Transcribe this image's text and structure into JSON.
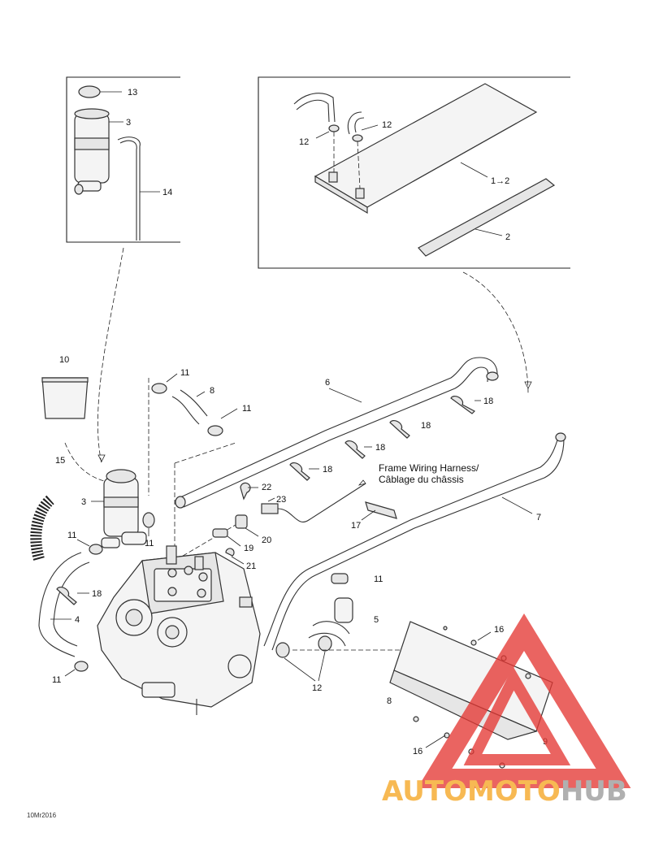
{
  "callouts": {
    "c13": "13",
    "c3a": "3",
    "c14": "14",
    "c12a": "12",
    "c12b": "12",
    "c1to2": "1→2",
    "c2": "2",
    "c10": "10",
    "c15": "15",
    "c3b": "3",
    "c11a": "11",
    "c8": "8",
    "c11b": "11",
    "c11c": "11",
    "c11d": "11",
    "c11e": "11",
    "c11f": "11",
    "c6": "6",
    "c18a": "18",
    "c18b": "18",
    "c18c": "18",
    "c18d": "18",
    "c18e": "18",
    "c22": "22",
    "c23": "23",
    "c20": "20",
    "c19": "19",
    "c21": "21",
    "c17": "17",
    "c7": "7",
    "c4": "4",
    "c5": "5",
    "c16a": "16",
    "c16b": "16",
    "c12c": "12",
    "c8b": "8",
    "c9": "9"
  },
  "harness_label": {
    "line1": "Frame Wiring Harness/",
    "line2": "Câblage du châssis"
  },
  "footer_code": "10Mr2016",
  "watermark": {
    "part1": "AUTO",
    "part2": "MOTO",
    "part3": "HUB",
    "color_orange": "#f5a623",
    "color_gray": "#9a9a9a",
    "color_red": "#e53935"
  }
}
